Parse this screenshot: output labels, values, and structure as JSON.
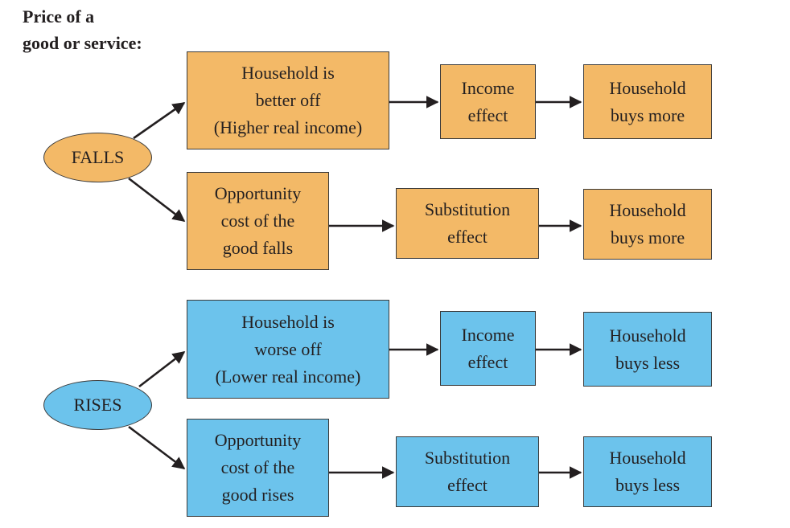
{
  "title": {
    "line1": "Price of a",
    "line2": "good or service:"
  },
  "colors": {
    "falls_fill": "#f3b967",
    "rises_fill": "#6cc3ec",
    "border": "#3a3a3a",
    "arrow": "#231f20"
  },
  "falls": {
    "label": "FALLS",
    "income_branch": {
      "cause": [
        "Household is",
        "better off",
        "(Higher real income)"
      ],
      "effect": [
        "Income",
        "effect"
      ],
      "result": [
        "Household",
        "buys more"
      ]
    },
    "substitution_branch": {
      "cause": [
        "Opportunity",
        "cost of the",
        "good falls"
      ],
      "effect": [
        "Substitution",
        "effect"
      ],
      "result": [
        "Household",
        "buys more"
      ]
    }
  },
  "rises": {
    "label": "RISES",
    "income_branch": {
      "cause": [
        "Household is",
        "worse off",
        "(Lower real income)"
      ],
      "effect": [
        "Income",
        "effect"
      ],
      "result": [
        "Household",
        "buys less"
      ]
    },
    "substitution_branch": {
      "cause": [
        "Opportunity",
        "cost of the",
        "good rises"
      ],
      "effect": [
        "Substitution",
        "effect"
      ],
      "result": [
        "Household",
        "buys less"
      ]
    }
  }
}
